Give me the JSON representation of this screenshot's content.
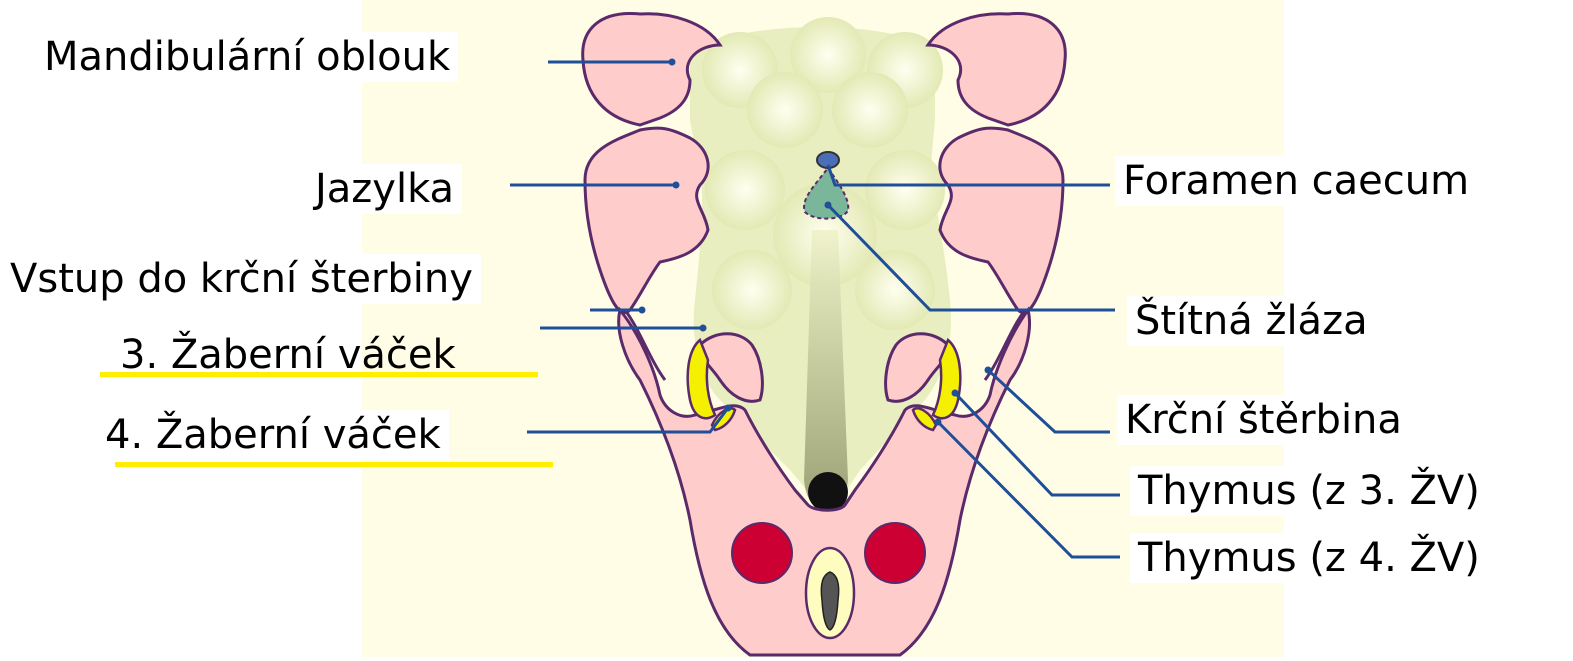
{
  "colors": {
    "background_panel": "#fffde6",
    "arch_tissue": "#ffcccc",
    "outline": "#5a2a6a",
    "pharynx_floor": "#e8eec0",
    "thymus_primordium": "#f4f000",
    "thyroid": "#7ab79a",
    "vessels": "#cc0033",
    "leader_lines": "#1f4f99",
    "highlight": "#ffee00"
  },
  "labels": {
    "mandibular_arch": "Mandibulární oblouk",
    "hyoid": "Jazylka",
    "cervical_sinus_entrance": "Vstup do krční šterbiny",
    "pouch_3": "3. Žaberní váček",
    "pouch_4": "4. Žaberní váček",
    "foramen_caecum": "Foramen caecum",
    "thyroid": "Štítná žláza",
    "cervical_sinus": "Krční štěrbina",
    "thymus_3": "Thymus (z 3. ŽV)",
    "thymus_4": "Thymus (z 4. ŽV)"
  }
}
